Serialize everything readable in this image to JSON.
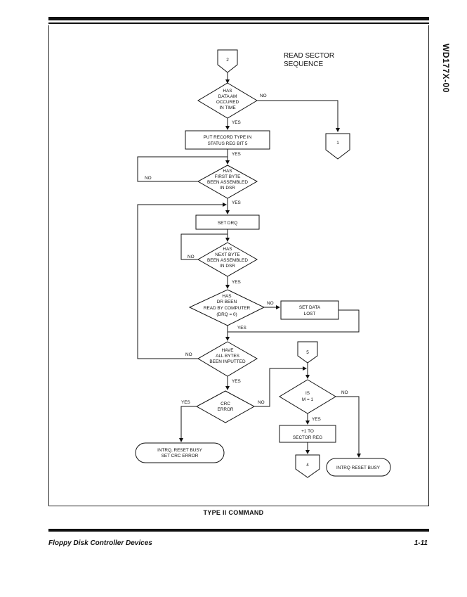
{
  "header": {
    "side_label": "WD177X-00"
  },
  "diagram": {
    "title_line1": "READ SECTOR",
    "title_line2": "SEQUENCE",
    "entry_connector": "2",
    "exit_connector_1": "1",
    "entry_connector_5": "5",
    "exit_connector_4": "4",
    "dec_data_am": [
      "HAS",
      "DATA AM",
      "OCCURED",
      "IN TIME"
    ],
    "box_record_type": [
      "PUT RECORD TYPE IN",
      "STATUS REG BIT 5"
    ],
    "dec_first_byte": [
      "HAS",
      "FIRST BYTE",
      "BEEN ASSEMBLED",
      "IN DSR"
    ],
    "box_set_drq": "SET DRQ",
    "dec_next_byte": [
      "HAS",
      "NEXT BYTE",
      "BEEN ASSEMBLED",
      "IN DSR"
    ],
    "dec_read_by_computer": [
      "HAS",
      "DR BEEN",
      "READ BY COMPUTER",
      "(DRQ = 0)"
    ],
    "box_set_data_lost": [
      "SET DATA",
      "LOST"
    ],
    "dec_all_bytes": [
      "HAVE",
      "ALL BYTES",
      "BEEN INPUTTED"
    ],
    "dec_crc_error": [
      "CRC",
      "ERROR"
    ],
    "dec_is_m": [
      "IS",
      "M = 1"
    ],
    "box_sector_reg": [
      "+1 TO",
      "SECTOR REG"
    ],
    "term_intrq_crc": [
      "INTRQ, RESET BUSY",
      "SET CRC ERROR"
    ],
    "term_intrq_busy": "INTRQ RESET BUSY",
    "yes": "YES",
    "no": "NO"
  },
  "caption": "TYPE II COMMAND",
  "footer": {
    "left": "Floppy Disk Controller Devices",
    "right": "1-11"
  }
}
